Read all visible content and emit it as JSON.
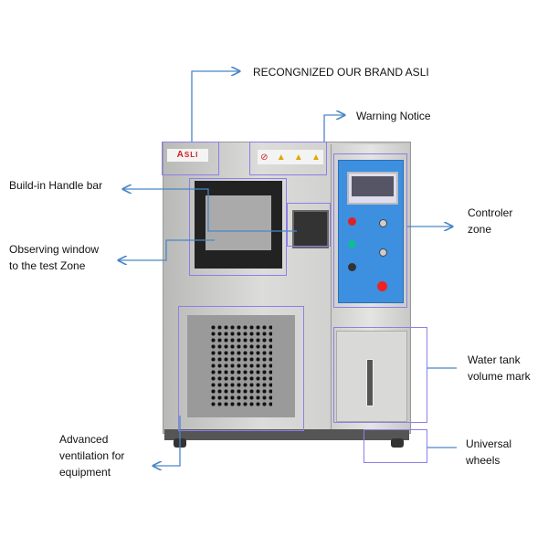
{
  "brand": {
    "logo_text": "ASLI"
  },
  "labels": {
    "brand": "RECONGNIZED OUR BRAND ASLI",
    "warning": "Warning Notice",
    "handle": "Build-in Handle bar",
    "window_line1": "Observing window",
    "window_line2": "to the test Zone",
    "controller_line1": "Controler",
    "controller_line2": "zone",
    "water_line1": "Water tank",
    "water_line2": "volume mark",
    "wheels_line1": "Universal",
    "wheels_line2": "wheels",
    "vent_line1": "Advanced",
    "vent_line2": "ventilation for",
    "vent_line3": "equipment"
  },
  "colors": {
    "callout_line": "#4a86c8",
    "box": "#8b80e6",
    "panel": "#3d8fe0",
    "steel": "#c9c9c7"
  }
}
